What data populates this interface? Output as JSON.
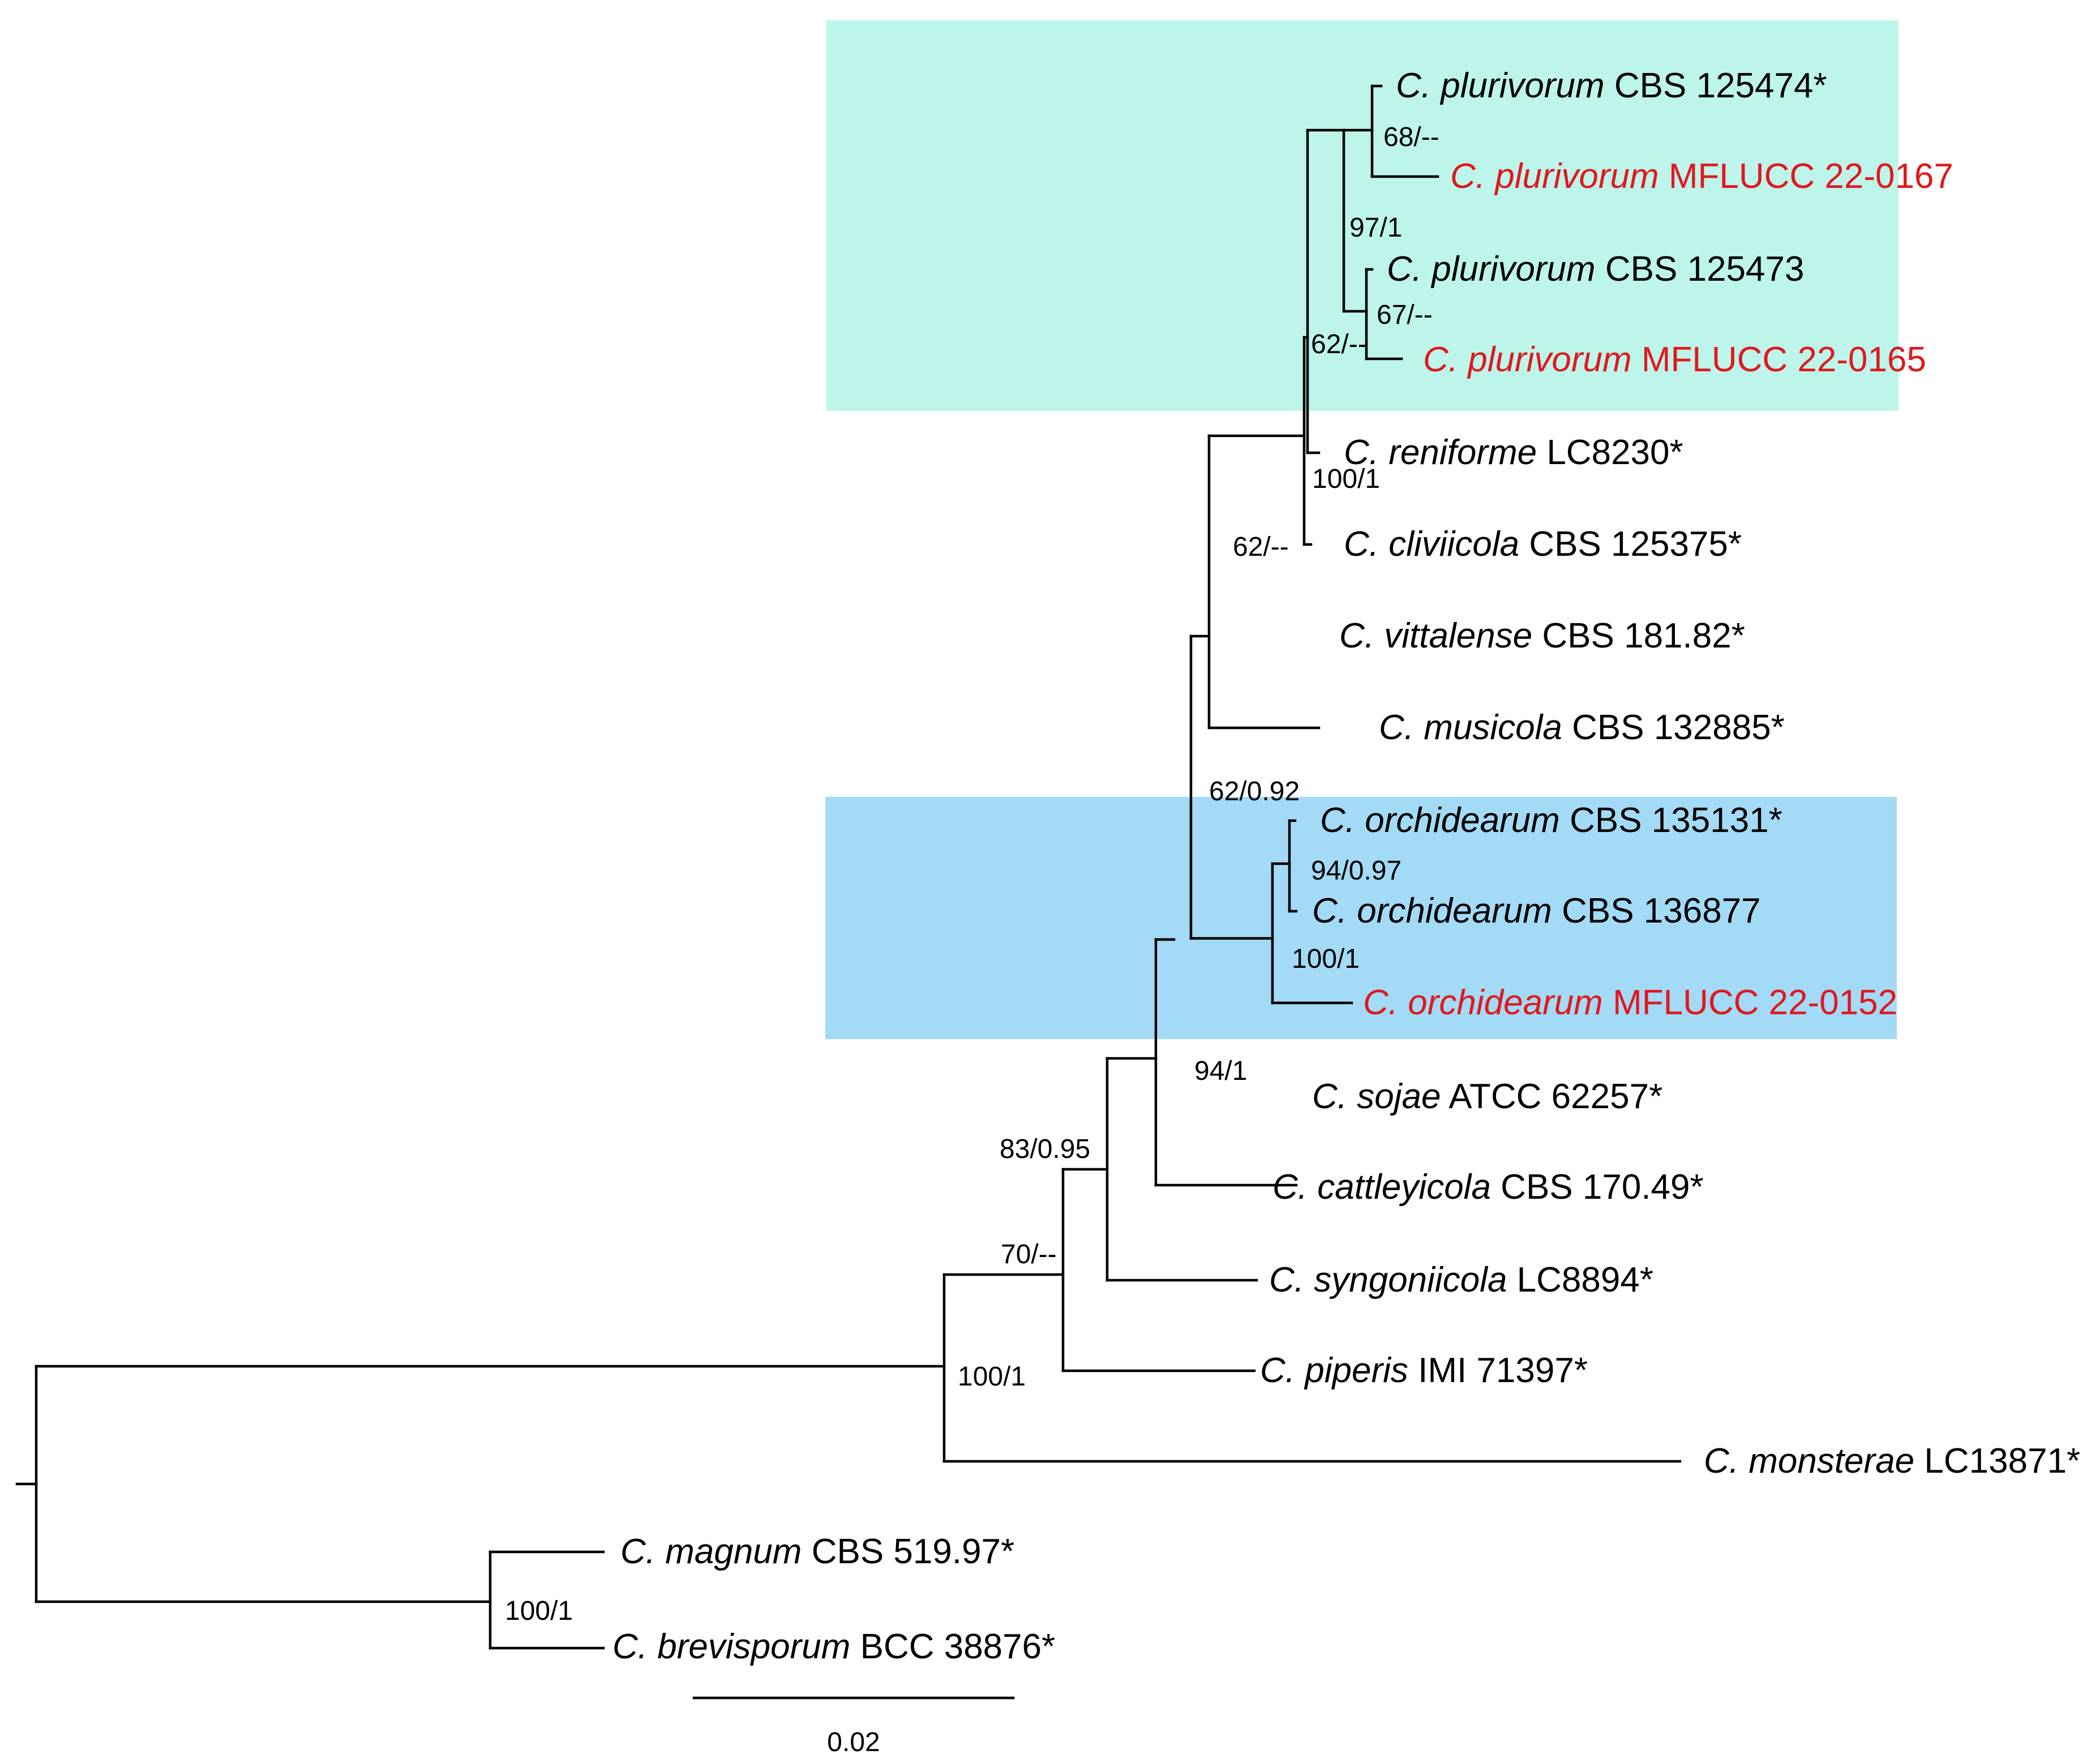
{
  "colors": {
    "highlight_plurivorum": "#bdf5ea",
    "highlight_orchidearum": "#a3daf5",
    "new_isolate": "#e0181e",
    "reference": "#000000"
  },
  "taxa": [
    {
      "id": "t1",
      "species": "C. plurivorum",
      "strain": "CBS 125474*",
      "new_isolate": false
    },
    {
      "id": "t2",
      "species": "C. plurivorum",
      "strain": "MFLUCC 22-0167",
      "new_isolate": true
    },
    {
      "id": "t3",
      "species": "C. plurivorum",
      "strain": "CBS 125473",
      "new_isolate": false
    },
    {
      "id": "t4",
      "species": "C. plurivorum",
      "strain": "MFLUCC 22-0165",
      "new_isolate": true
    },
    {
      "id": "t5",
      "species": "C. reniforme",
      "strain": "LC8230*",
      "new_isolate": false
    },
    {
      "id": "t6",
      "species": "C. cliviicola",
      "strain": "CBS 125375*",
      "new_isolate": false
    },
    {
      "id": "t7",
      "species": "C. vittalense",
      "strain": "CBS 181.82*",
      "new_isolate": false
    },
    {
      "id": "t8",
      "species": "C. musicola",
      "strain": "CBS 132885*",
      "new_isolate": false
    },
    {
      "id": "t9",
      "species": "C. orchidearum",
      "strain": "CBS 135131*",
      "new_isolate": false
    },
    {
      "id": "t10",
      "species": "C. orchidearum",
      "strain": "CBS 136877",
      "new_isolate": false
    },
    {
      "id": "t11",
      "species": "C. orchidearum",
      "strain": "MFLUCC 22-0152",
      "new_isolate": true
    },
    {
      "id": "t12",
      "species": "C. sojae",
      "strain": "ATCC 62257*",
      "new_isolate": false
    },
    {
      "id": "t13",
      "species": "C. cattleyicola",
      "strain": "CBS 170.49*",
      "new_isolate": false
    },
    {
      "id": "t14",
      "species": "C. syngoniicola",
      "strain": "LC8894*",
      "new_isolate": false
    },
    {
      "id": "t15",
      "species": "C. piperis",
      "strain": "IMI 71397*",
      "new_isolate": false
    },
    {
      "id": "t16",
      "species": "C. monsterae",
      "strain": "LC13871*",
      "new_isolate": false
    },
    {
      "id": "t17",
      "species": "C. magnum",
      "strain": "CBS 519.97*",
      "new_isolate": false
    },
    {
      "id": "t18",
      "species": "C. brevisporum",
      "strain": "BCC 38876*",
      "new_isolate": false
    }
  ],
  "support_values": [
    "68/--",
    "97/1",
    "67/--",
    "62/--",
    "100/1",
    "62/--",
    "62/0.92",
    "94/0.97",
    "100/1",
    "94/1",
    "83/0.95",
    "70/--",
    "100/1",
    "100/1"
  ],
  "scale_bar": {
    "label": "0.02"
  }
}
